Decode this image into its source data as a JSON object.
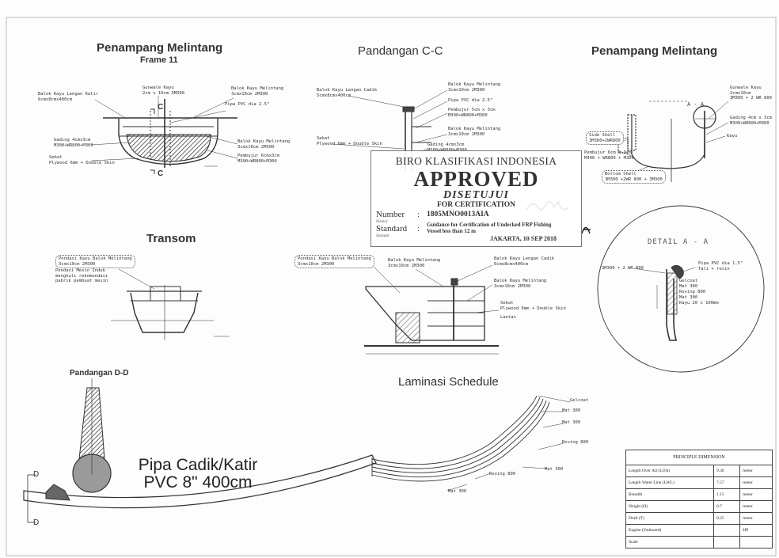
{
  "sections": {
    "frame11_title": "Penampang Melintang",
    "frame11_sub": "Frame 11",
    "cc_title": "Pandangan C-C",
    "right_title": "Penampang Melintang",
    "transom_title": "Transom",
    "dd_title": "Pandangan D-D",
    "laminasi_title": "Laminasi Schedule",
    "pipa_line1": "Pipa Cadik/Katir",
    "pipa_line2": "PVC 8\" 400cm",
    "detail_title": "DETAIL A - A"
  },
  "frame11_labels": {
    "gunwale": "Gunwale Kayu\n2cm x 10cm 3M300",
    "balok_lengan": "Balok Kayu Lengan Katir\n6cmx8cmx400cm",
    "balok_melintang_top": "Balok Kayu Melintang\n3cmx10cm 2M300",
    "pipa": "Pipa PVC dia 2.5\"",
    "gading": "Gading 4cmx3cm\nM300+WR800+M300",
    "sekat": "Sekat\nPlywood 6mm + Double Skin",
    "balok_melintang_mid": "Balok Kayu Melintang\n3cmx10cm 2M300",
    "pembujur": "Pembujur 6cmx3cm\nM300+WR800+M300",
    "section_c": "C"
  },
  "cc_labels": {
    "balok_lengan": "Balok Kayu Lengan Cadik\n5cmx8cmx400cm",
    "balok_melintang1": "Balok Kayu Melintang\n3cmx10cm 2M300",
    "pipa": "Pipa PVC dia 2.5\"",
    "pembujur": "Pembujur 5cm x 3cm\nM300+WR800+M300",
    "balok_melintang2": "Balok Kayu Melintang\n3cmx10cm 2M300",
    "sekat": "Sekat\nPlywood 6mm + Double Skin",
    "gading": "Gading 4cmx3cm\nM300+WR800+M300"
  },
  "right_labels": {
    "gunwale": "Gunwale Kayu\n2cmx10cm\n3M300 + 2 WR 800",
    "gading": "Gading 4cm x 3cm\nM300+WR800+M300",
    "kayu": "Kayu",
    "side_shell": "Side Shell\n3M300+2WR800",
    "pembujur": "Pembujur 6cm x 3cm\nM300 + WR800 + M300",
    "bottom_shell": "Bottom Shell\n3M300 +2WR 800 + 3M300",
    "aa": "A - A"
  },
  "transom_labels": {
    "pondasi_kayu": "Pondasi Kayu Balok Melintang\n3cmx10cm 2M300",
    "pondasi_mesin": "Pondasi Mesin Induk\nmenghuti rekomendasi\npabrik pembuat mesin"
  },
  "mid_labels": {
    "pondasi_kayu": "Pondasi Kayu Balok Melintang\n3cmx10cm 2M300",
    "balok_melintang": "Balok Kayu Melintang\n3cmx10cm 2M300",
    "balok_lengan": "Balok Kayu Lengan Cadik\n6cmx8cmx400cm",
    "balok_melintang2": "Balok Kayu Melintang\n3cmx10cm 2M300",
    "sekat": "Sekat\nPlywood 6mm + Double Skin",
    "lantai": "Lantai"
  },
  "detail_labels": {
    "pipa": "Pipa PVC dia 1.5\"",
    "tali": "Tali + resin",
    "left": "3M300 + 2 WR 800",
    "gelcoat": "Gelcoat",
    "mat1": "Mat 300",
    "roving": "Roving 800",
    "mat2": "Mat 300",
    "kayu": "Kayu 20 x 100mm"
  },
  "laminasi_labels": {
    "gelcoat": "Gelcoat",
    "mat1": "Mat 300",
    "mat2": "Mat 300",
    "roving1": "Roving 800",
    "mat3": "Mat 300",
    "roving2": "Roving 800",
    "mat4": "Mat 300"
  },
  "dd_marker": "D",
  "stamp": {
    "org": "BIRO KLASIFIKASI INDONESIA",
    "approved": "APPROVED",
    "disetujui": "DISETUJUI",
    "for_cert": "FOR CERTIFICATION",
    "number_label": "Number",
    "number_sub": "Nomor",
    "number_value": "1805MNO0013AIA",
    "standard_label": "Standard",
    "standard_sub": "Standar",
    "standard_value": "Guidance for Certification of Undecked FRP Fishing\nVessel less than 12 m",
    "date": "JAKARTA, 10 SEP 2018"
  },
  "principle_dimension": {
    "title": "PRINCIPLE DIMENSION",
    "rows": [
      {
        "name": "Length Over All (LOA)",
        "value": "9.30",
        "unit": "meter"
      },
      {
        "name": "Length Water Line (LWL)",
        "value": "7.57",
        "unit": "meter"
      },
      {
        "name": "Breadth",
        "value": "1.15",
        "unit": "meter"
      },
      {
        "name": "Height (H)",
        "value": "0.7",
        "unit": "meter"
      },
      {
        "name": "Draft (T)",
        "value": "0.25",
        "unit": "meter"
      },
      {
        "name": "Engine (Outboard)",
        "value": "",
        "unit": "HP"
      },
      {
        "name": "Scale",
        "value": "",
        "unit": ""
      }
    ]
  },
  "colors": {
    "ink": "#333333",
    "hatch": "#555555",
    "paper": "#fdfdfd"
  }
}
